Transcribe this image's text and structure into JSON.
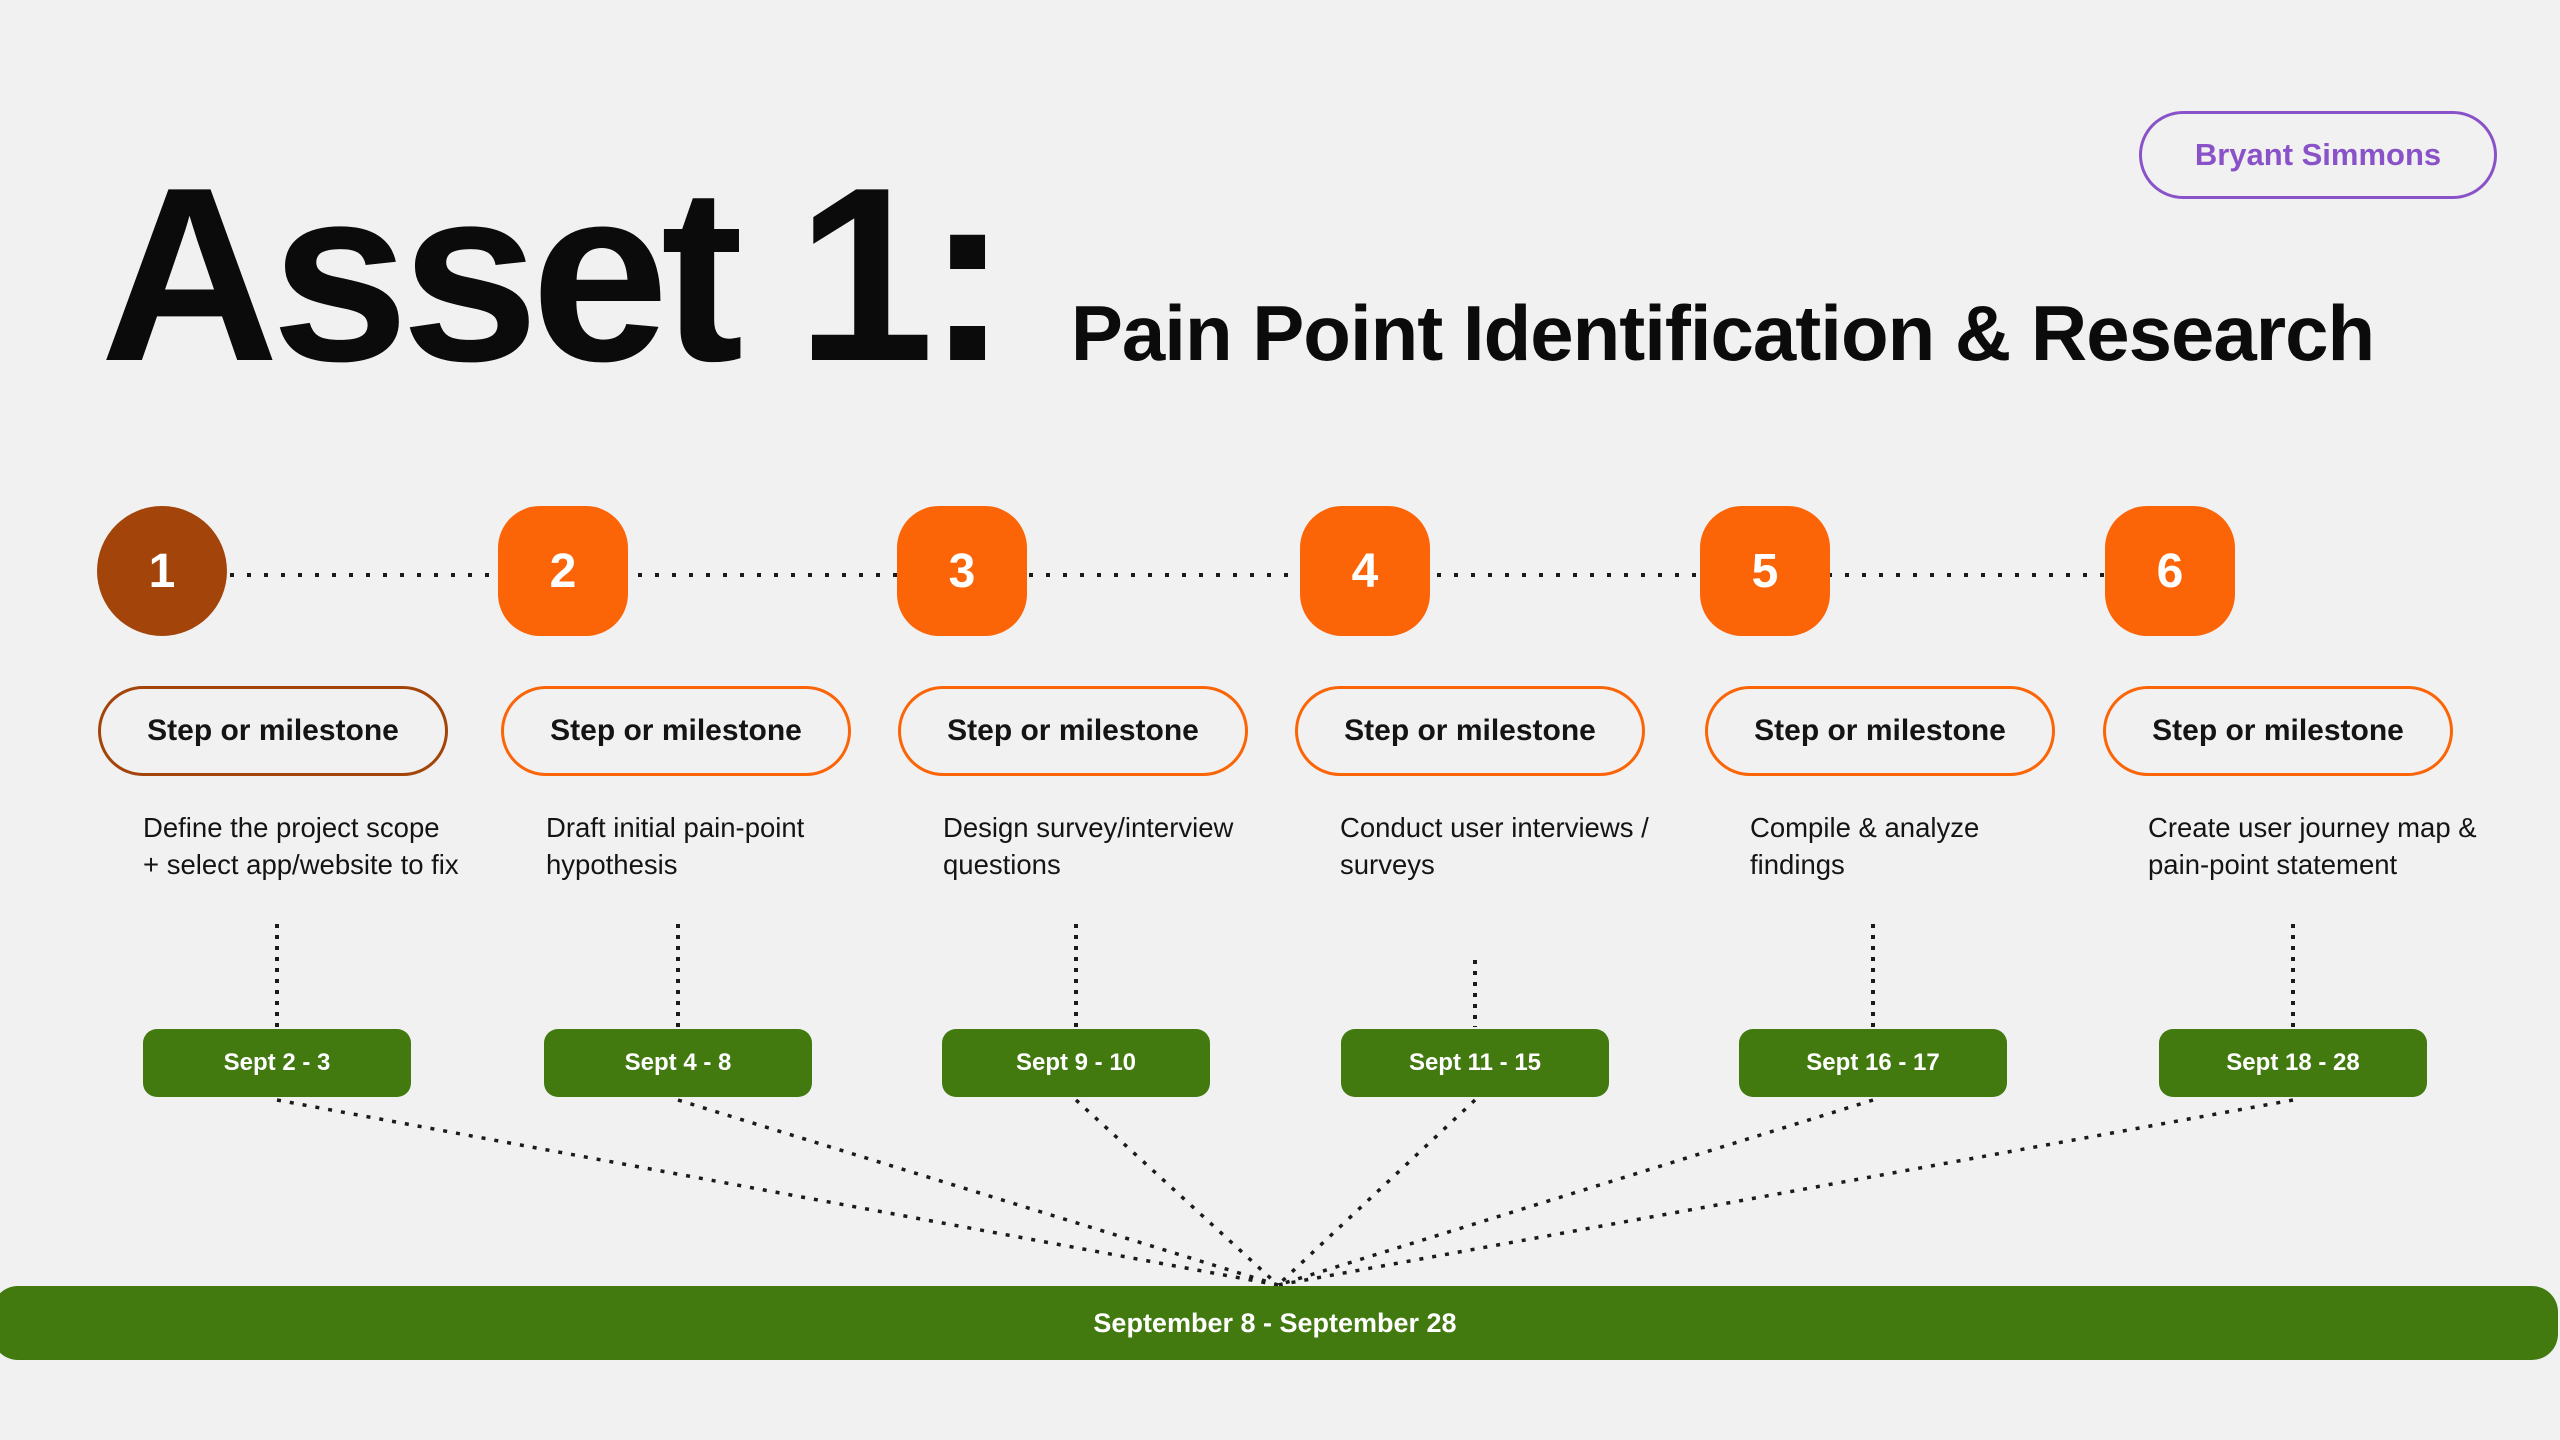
{
  "page": {
    "background": "#f1f1f1"
  },
  "profile_badge": {
    "label": "Bryant Simmons",
    "color": "#8a52c8"
  },
  "header": {
    "title": "Asset 1:",
    "subtitle": "Pain Point Identification & Research"
  },
  "timeline": {
    "colors": {
      "accent_first": "#a3450a",
      "accent": "#fb6507",
      "date_green": "#427a10",
      "dot_color": "#1b1b1b"
    },
    "steps": [
      {
        "number": "1",
        "label": "Step or milestone",
        "description": "Define the project scope + select app/website to fix",
        "date": "Sept 2 - 3"
      },
      {
        "number": "2",
        "label": "Step or milestone",
        "description": "Draft initial pain-point hypothesis",
        "date": "Sept 4 - 8"
      },
      {
        "number": "3",
        "label": "Step or milestone",
        "description": "Design survey/interview questions",
        "date": "Sept 9 - 10"
      },
      {
        "number": "4",
        "label": "Step or milestone",
        "description": "Conduct user interviews / surveys",
        "date": "Sept 11 - 15"
      },
      {
        "number": "5",
        "label": "Step or milestone",
        "description": "Compile & analyze findings",
        "date": "Sept 16 - 17"
      },
      {
        "number": "6",
        "label": "Step or milestone",
        "description": "Create user journey map & pain-point statement",
        "date": "Sept 18 - 28"
      }
    ],
    "overall_range": "September 8 - September 28"
  }
}
